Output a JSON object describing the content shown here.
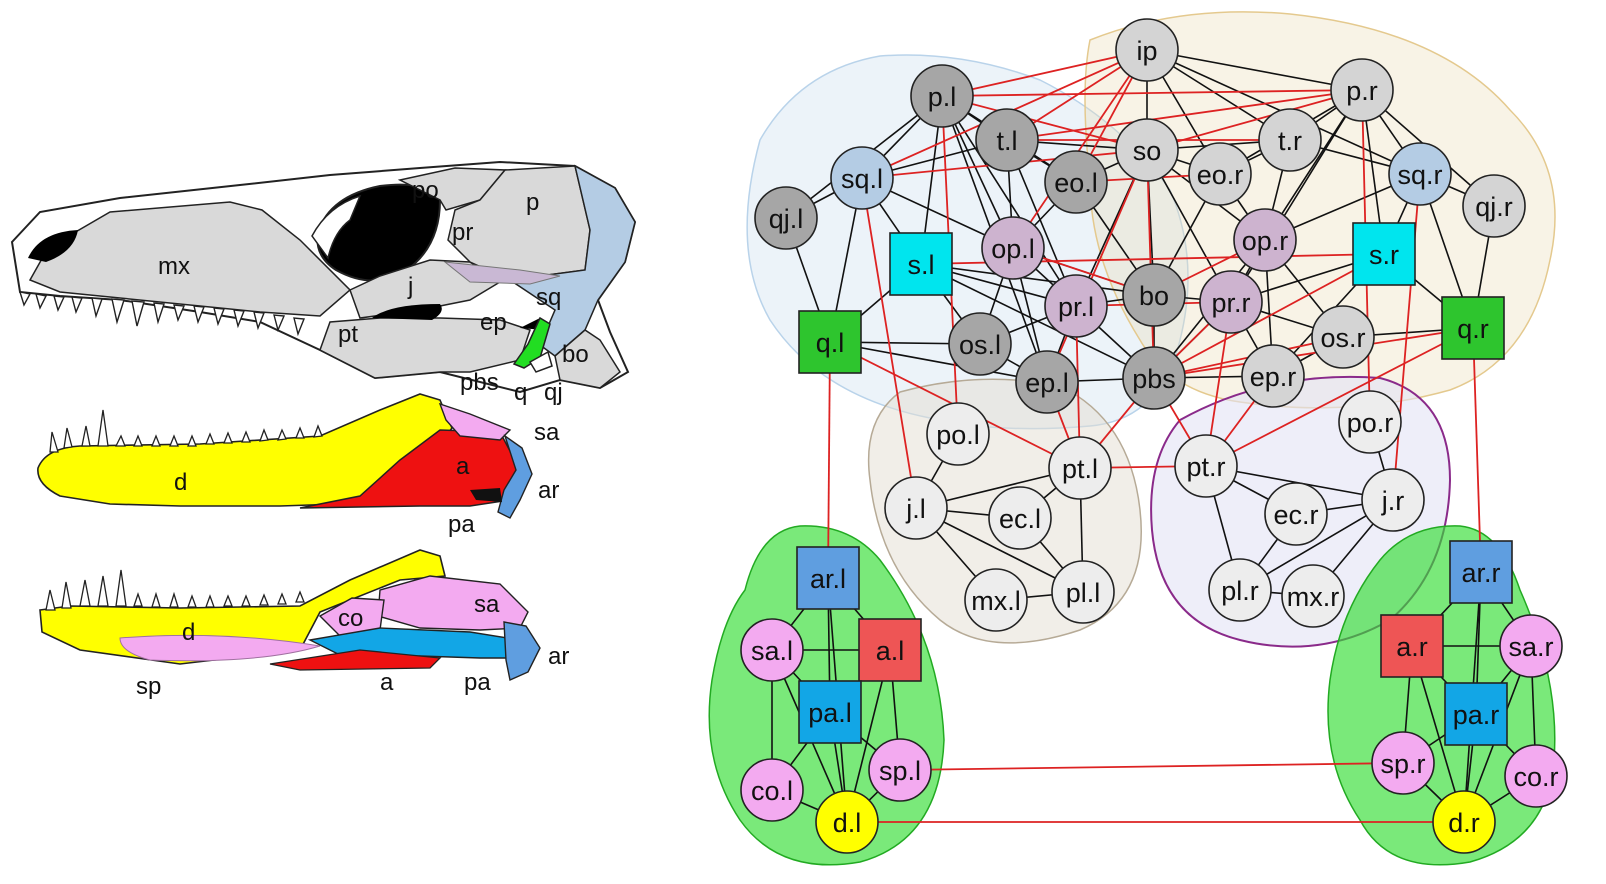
{
  "skull_labels": {
    "mx": "mx",
    "po": "po",
    "p": "p",
    "pr": "pr",
    "j": "j",
    "sq": "sq",
    "pt": "pt",
    "ep": "ep",
    "bo": "bo",
    "pbs": "pbs",
    "q": "q",
    "qj": "qj"
  },
  "jaw_lateral_labels": {
    "d": "d",
    "a": "a",
    "sa": "sa",
    "ar": "ar",
    "pa": "pa"
  },
  "jaw_medial_labels": {
    "d": "d",
    "co": "co",
    "sa": "sa",
    "sp": "sp",
    "a": "a",
    "pa": "pa",
    "ar": "ar"
  },
  "colors": {
    "bone_grey": "#d9d9d9",
    "bone_blue": "#b4cce4",
    "quadrate_green": "#22dd22",
    "dentary_yellow": "#ffff00",
    "angular_red": "#ee1111",
    "surangular_pink": "#f3aaf0",
    "articular_blue": "#5f9ee0",
    "prearticular_cyan": "#12a6e6",
    "edge_red": "#dd2222",
    "edge_black": "#111111"
  },
  "network": {
    "nodes": [
      {
        "id": "ip",
        "label": "ip",
        "shape": "circle",
        "color": "#d4d4d4"
      },
      {
        "id": "p.l",
        "label": "p.l",
        "shape": "circle",
        "color": "#a6a6a6"
      },
      {
        "id": "p.r",
        "label": "p.r",
        "shape": "circle",
        "color": "#d4d4d4"
      },
      {
        "id": "t.l",
        "label": "t.l",
        "shape": "circle",
        "color": "#a6a6a6"
      },
      {
        "id": "so",
        "label": "so",
        "shape": "circle",
        "color": "#d4d4d4"
      },
      {
        "id": "t.r",
        "label": "t.r",
        "shape": "circle",
        "color": "#d4d4d4"
      },
      {
        "id": "eo.l",
        "label": "eo.l",
        "shape": "circle",
        "color": "#a6a6a6"
      },
      {
        "id": "eo.r",
        "label": "eo.r",
        "shape": "circle",
        "color": "#d4d4d4"
      },
      {
        "id": "sq.l",
        "label": "sq.l",
        "shape": "circle",
        "color": "#b4cce4"
      },
      {
        "id": "sq.r",
        "label": "sq.r",
        "shape": "circle",
        "color": "#b4cce4"
      },
      {
        "id": "qj.l",
        "label": "qj.l",
        "shape": "circle",
        "color": "#a6a6a6"
      },
      {
        "id": "qj.r",
        "label": "qj.r",
        "shape": "circle",
        "color": "#d4d4d4"
      },
      {
        "id": "op.l",
        "label": "op.l",
        "shape": "circle",
        "color": "#cdb3cf"
      },
      {
        "id": "op.r",
        "label": "op.r",
        "shape": "circle",
        "color": "#cdb3cf"
      },
      {
        "id": "s.l",
        "label": "s.l",
        "shape": "square",
        "color": "#00e5ee"
      },
      {
        "id": "s.r",
        "label": "s.r",
        "shape": "square",
        "color": "#00e5ee"
      },
      {
        "id": "pr.l",
        "label": "pr.l",
        "shape": "circle",
        "color": "#cdb3cf"
      },
      {
        "id": "bo",
        "label": "bo",
        "shape": "circle",
        "color": "#a6a6a6"
      },
      {
        "id": "pr.r",
        "label": "pr.r",
        "shape": "circle",
        "color": "#cdb3cf"
      },
      {
        "id": "q.l",
        "label": "q.l",
        "shape": "square",
        "color": "#2ec52e"
      },
      {
        "id": "q.r",
        "label": "q.r",
        "shape": "square",
        "color": "#2ec52e"
      },
      {
        "id": "os.l",
        "label": "os.l",
        "shape": "circle",
        "color": "#a6a6a6"
      },
      {
        "id": "os.r",
        "label": "os.r",
        "shape": "circle",
        "color": "#d4d4d4"
      },
      {
        "id": "ep.l",
        "label": "ep.l",
        "shape": "circle",
        "color": "#a6a6a6"
      },
      {
        "id": "pbs",
        "label": "pbs",
        "shape": "circle",
        "color": "#a6a6a6"
      },
      {
        "id": "ep.r",
        "label": "ep.r",
        "shape": "circle",
        "color": "#d4d4d4"
      },
      {
        "id": "po.l",
        "label": "po.l",
        "shape": "circle",
        "color": "#ededed"
      },
      {
        "id": "pt.l",
        "label": "pt.l",
        "shape": "circle",
        "color": "#ededed"
      },
      {
        "id": "pt.r",
        "label": "pt.r",
        "shape": "circle",
        "color": "#ededed"
      },
      {
        "id": "po.r",
        "label": "po.r",
        "shape": "circle",
        "color": "#ededed"
      },
      {
        "id": "j.l",
        "label": "j.l",
        "shape": "circle",
        "color": "#ededed"
      },
      {
        "id": "ec.l",
        "label": "ec.l",
        "shape": "circle",
        "color": "#ededed"
      },
      {
        "id": "ec.r",
        "label": "ec.r",
        "shape": "circle",
        "color": "#ededed"
      },
      {
        "id": "j.r",
        "label": "j.r",
        "shape": "circle",
        "color": "#ededed"
      },
      {
        "id": "mx.l",
        "label": "mx.l",
        "shape": "circle",
        "color": "#ededed"
      },
      {
        "id": "pl.l",
        "label": "pl.l",
        "shape": "circle",
        "color": "#ededed"
      },
      {
        "id": "pl.r",
        "label": "pl.r",
        "shape": "circle",
        "color": "#ededed"
      },
      {
        "id": "mx.r",
        "label": "mx.r",
        "shape": "circle",
        "color": "#ededed"
      },
      {
        "id": "ar.l",
        "label": "ar.l",
        "shape": "square",
        "color": "#5f9ee0"
      },
      {
        "id": "ar.r",
        "label": "ar.r",
        "shape": "square",
        "color": "#5f9ee0"
      },
      {
        "id": "sa.l",
        "label": "sa.l",
        "shape": "circle",
        "color": "#f3aaf0"
      },
      {
        "id": "a.l",
        "label": "a.l",
        "shape": "square",
        "color": "#ee5555"
      },
      {
        "id": "a.r",
        "label": "a.r",
        "shape": "square",
        "color": "#ee5555"
      },
      {
        "id": "sa.r",
        "label": "sa.r",
        "shape": "circle",
        "color": "#f3aaf0"
      },
      {
        "id": "pa.l",
        "label": "pa.l",
        "shape": "square",
        "color": "#12a6e6"
      },
      {
        "id": "pa.r",
        "label": "pa.r",
        "shape": "square",
        "color": "#12a6e6"
      },
      {
        "id": "co.l",
        "label": "co.l",
        "shape": "circle",
        "color": "#f3aaf0"
      },
      {
        "id": "sp.l",
        "label": "sp.l",
        "shape": "circle",
        "color": "#f3aaf0"
      },
      {
        "id": "sp.r",
        "label": "sp.r",
        "shape": "circle",
        "color": "#f3aaf0"
      },
      {
        "id": "co.r",
        "label": "co.r",
        "shape": "circle",
        "color": "#f3aaf0"
      },
      {
        "id": "d.l",
        "label": "d.l",
        "shape": "circle",
        "color": "#ffff00"
      },
      {
        "id": "d.r",
        "label": "d.r",
        "shape": "circle",
        "color": "#ffff00"
      }
    ],
    "edges_black": [
      [
        "ip",
        "so"
      ],
      [
        "ip",
        "t.r"
      ],
      [
        "ip",
        "p.r"
      ],
      [
        "ip",
        "eo.r"
      ],
      [
        "ip",
        "sq.r"
      ],
      [
        "p.r",
        "t.r"
      ],
      [
        "p.r",
        "sq.r"
      ],
      [
        "p.r",
        "eo.r"
      ],
      [
        "p.r",
        "op.r"
      ],
      [
        "p.r",
        "pr.r"
      ],
      [
        "p.r",
        "s.r"
      ],
      [
        "p.r",
        "qj.r"
      ],
      [
        "t.r",
        "so"
      ],
      [
        "t.r",
        "op.r"
      ],
      [
        "t.r",
        "sq.r"
      ],
      [
        "t.r",
        "eo.r"
      ],
      [
        "so",
        "eo.r"
      ],
      [
        "so",
        "op.r"
      ],
      [
        "so",
        "eo.l"
      ],
      [
        "so",
        "bo"
      ],
      [
        "so",
        "pr.l"
      ],
      [
        "so",
        "pr.r"
      ],
      [
        "eo.r",
        "op.r"
      ],
      [
        "eo.r",
        "bo"
      ],
      [
        "sq.r",
        "qj.r"
      ],
      [
        "sq.r",
        "q.r"
      ],
      [
        "sq.r",
        "s.r"
      ],
      [
        "sq.r",
        "op.r"
      ],
      [
        "qj.r",
        "q.r"
      ],
      [
        "op.r",
        "pr.r"
      ],
      [
        "op.r",
        "os.r"
      ],
      [
        "op.r",
        "ep.r"
      ],
      [
        "op.r",
        "pbs"
      ],
      [
        "s.r",
        "pr.r"
      ],
      [
        "s.r",
        "q.r"
      ],
      [
        "s.r",
        "ep.r"
      ],
      [
        "pr.r",
        "bo"
      ],
      [
        "pr.r",
        "pbs"
      ],
      [
        "pr.r",
        "os.r"
      ],
      [
        "pr.r",
        "ep.r"
      ],
      [
        "os.r",
        "ep.r"
      ],
      [
        "os.r",
        "q.r"
      ],
      [
        "ep.r",
        "pbs"
      ],
      [
        "bo",
        "pbs"
      ],
      [
        "p.l",
        "t.l"
      ],
      [
        "p.l",
        "sq.l"
      ],
      [
        "p.l",
        "op.l"
      ],
      [
        "p.l",
        "eo.l"
      ],
      [
        "p.l",
        "pr.l"
      ],
      [
        "p.l",
        "s.l"
      ],
      [
        "p.l",
        "qj.l"
      ],
      [
        "p.l",
        "ep.l"
      ],
      [
        "t.l",
        "so"
      ],
      [
        "t.l",
        "op.l"
      ],
      [
        "t.l",
        "eo.l"
      ],
      [
        "t.l",
        "sq.l"
      ],
      [
        "t.l",
        "pr.l"
      ],
      [
        "sq.l",
        "qj.l"
      ],
      [
        "sq.l",
        "q.l"
      ],
      [
        "sq.l",
        "s.l"
      ],
      [
        "sq.l",
        "op.l"
      ],
      [
        "qj.l",
        "q.l"
      ],
      [
        "eo.l",
        "op.l"
      ],
      [
        "eo.l",
        "bo"
      ],
      [
        "op.l",
        "pr.l"
      ],
      [
        "op.l",
        "os.l"
      ],
      [
        "op.l",
        "ep.l"
      ],
      [
        "op.l",
        "bo"
      ],
      [
        "s.l",
        "pr.l"
      ],
      [
        "s.l",
        "q.l"
      ],
      [
        "s.l",
        "os.l"
      ],
      [
        "s.l",
        "bo"
      ],
      [
        "s.l",
        "pbs"
      ],
      [
        "pr.l",
        "bo"
      ],
      [
        "pr.l",
        "pbs"
      ],
      [
        "pr.l",
        "os.l"
      ],
      [
        "pr.l",
        "ep.l"
      ],
      [
        "os.l",
        "ep.l"
      ],
      [
        "os.l",
        "q.l"
      ],
      [
        "ep.l",
        "pbs"
      ],
      [
        "q.l",
        "ep.l"
      ],
      [
        "po.l",
        "j.l"
      ],
      [
        "j.l",
        "ec.l"
      ],
      [
        "j.l",
        "mx.l"
      ],
      [
        "j.l",
        "pl.l"
      ],
      [
        "ec.l",
        "pt.l"
      ],
      [
        "ec.l",
        "pl.l"
      ],
      [
        "pt.l",
        "pl.l"
      ],
      [
        "mx.l",
        "pl.l"
      ],
      [
        "pt.l",
        "j.l"
      ],
      [
        "po.r",
        "j.r"
      ],
      [
        "j.r",
        "ec.r"
      ],
      [
        "j.r",
        "mx.r"
      ],
      [
        "j.r",
        "pl.r"
      ],
      [
        "ec.r",
        "pt.r"
      ],
      [
        "ec.r",
        "pl.r"
      ],
      [
        "pt.r",
        "pl.r"
      ],
      [
        "mx.r",
        "pl.r"
      ],
      [
        "pt.r",
        "j.r"
      ],
      [
        "ar.l",
        "sa.l"
      ],
      [
        "ar.l",
        "a.l"
      ],
      [
        "ar.l",
        "pa.l"
      ],
      [
        "sa.l",
        "a.l"
      ],
      [
        "sa.l",
        "pa.l"
      ],
      [
        "sa.l",
        "co.l"
      ],
      [
        "sa.l",
        "d.l"
      ],
      [
        "a.l",
        "pa.l"
      ],
      [
        "a.l",
        "sp.l"
      ],
      [
        "a.l",
        "d.l"
      ],
      [
        "pa.l",
        "co.l"
      ],
      [
        "pa.l",
        "sp.l"
      ],
      [
        "pa.l",
        "d.l"
      ],
      [
        "co.l",
        "d.l"
      ],
      [
        "sp.l",
        "d.l"
      ],
      [
        "ar.l",
        "d.l"
      ],
      [
        "ar.r",
        "sa.r"
      ],
      [
        "ar.r",
        "a.r"
      ],
      [
        "ar.r",
        "pa.r"
      ],
      [
        "sa.r",
        "a.r"
      ],
      [
        "sa.r",
        "pa.r"
      ],
      [
        "sa.r",
        "co.r"
      ],
      [
        "sa.r",
        "d.r"
      ],
      [
        "a.r",
        "pa.r"
      ],
      [
        "a.r",
        "sp.r"
      ],
      [
        "a.r",
        "d.r"
      ],
      [
        "pa.r",
        "co.r"
      ],
      [
        "pa.r",
        "sp.r"
      ],
      [
        "pa.r",
        "d.r"
      ],
      [
        "co.r",
        "d.r"
      ],
      [
        "sp.r",
        "d.r"
      ],
      [
        "ar.r",
        "d.r"
      ]
    ],
    "edges_red": [
      [
        "ip",
        "p.l"
      ],
      [
        "ip",
        "t.l"
      ],
      [
        "ip",
        "sq.l"
      ],
      [
        "ip",
        "eo.l"
      ],
      [
        "ip",
        "op.l"
      ],
      [
        "p.l",
        "p.r"
      ],
      [
        "p.l",
        "so"
      ],
      [
        "t.l",
        "t.r"
      ],
      [
        "p.r",
        "so"
      ],
      [
        "p.r",
        "t.l"
      ],
      [
        "sq.l",
        "so"
      ],
      [
        "sq.l",
        "j.l"
      ],
      [
        "sq.r",
        "j.r"
      ],
      [
        "p.l",
        "po.l"
      ],
      [
        "p.r",
        "po.r"
      ],
      [
        "eo.l",
        "eo.r"
      ],
      [
        "op.l",
        "bo"
      ],
      [
        "bo",
        "op.r"
      ],
      [
        "pr.l",
        "pr.r"
      ],
      [
        "s.l",
        "s.r"
      ],
      [
        "pbs",
        "s.r"
      ],
      [
        "pbs",
        "q.r"
      ],
      [
        "pbs",
        "pr.r"
      ],
      [
        "pbs",
        "os.r"
      ],
      [
        "pt.l",
        "pt.r"
      ],
      [
        "pt.l",
        "pbs"
      ],
      [
        "pt.r",
        "pbs"
      ],
      [
        "pt.l",
        "pr.l"
      ],
      [
        "pt.r",
        "pr.r"
      ],
      [
        "pt.l",
        "ep.l"
      ],
      [
        "pt.r",
        "ep.r"
      ],
      [
        "pt.l",
        "q.l"
      ],
      [
        "pt.r",
        "q.r"
      ],
      [
        "q.l",
        "ar.l"
      ],
      [
        "q.r",
        "ar.r"
      ],
      [
        "sp.l",
        "sp.r"
      ],
      [
        "d.l",
        "d.r"
      ],
      [
        "so",
        "ep.l"
      ],
      [
        "so",
        "pbs"
      ]
    ]
  }
}
